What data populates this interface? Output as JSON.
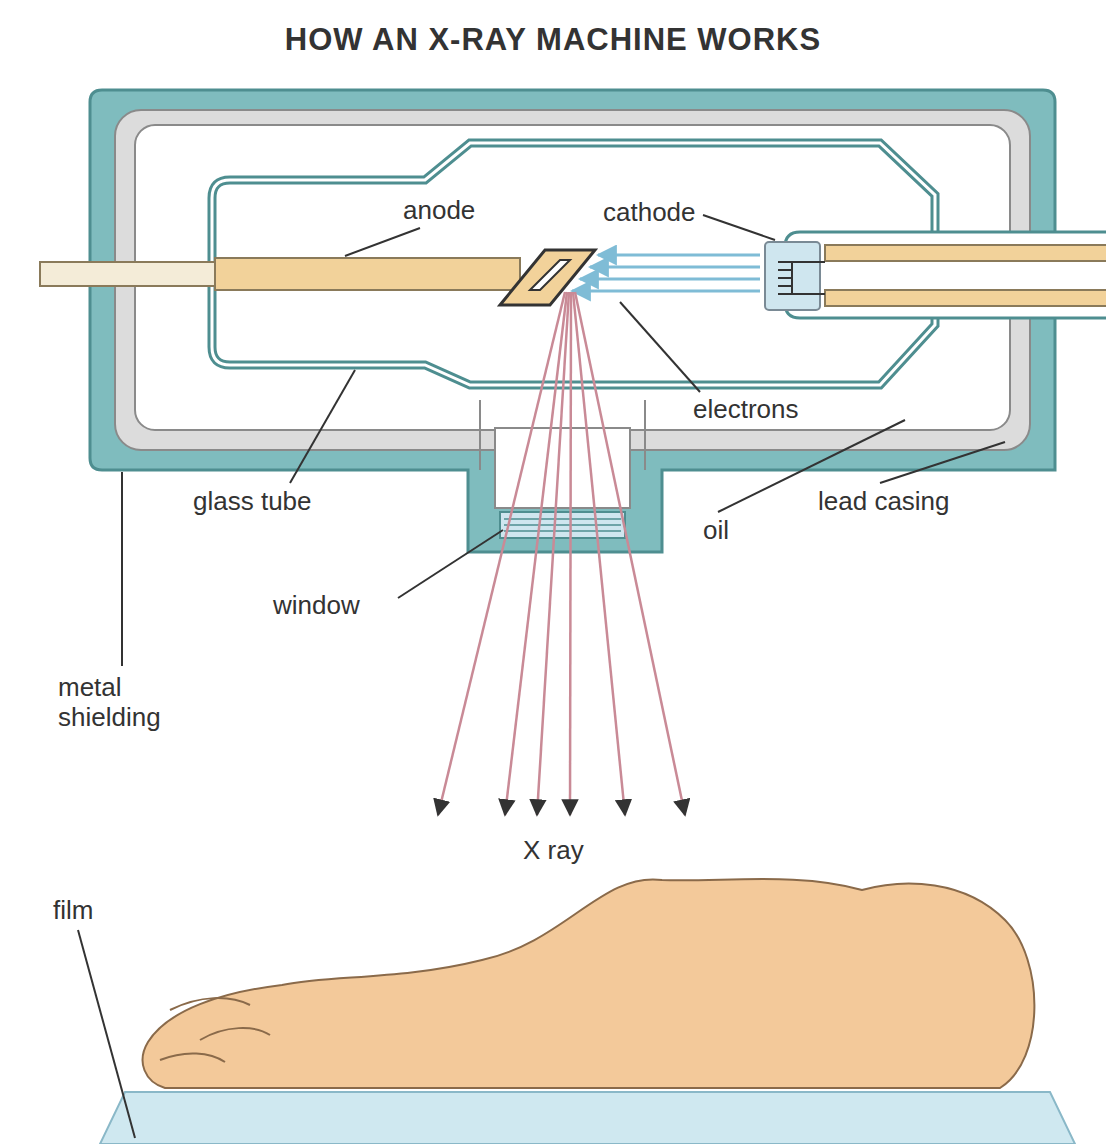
{
  "diagram": {
    "title": "HOW AN X-RAY MACHINE WORKS",
    "labels": [
      "anode",
      "cathode",
      "electrons",
      "glass tube",
      "oil",
      "lead casing",
      "window",
      "metal shielding",
      "X ray",
      "film"
    ]
  }
}
